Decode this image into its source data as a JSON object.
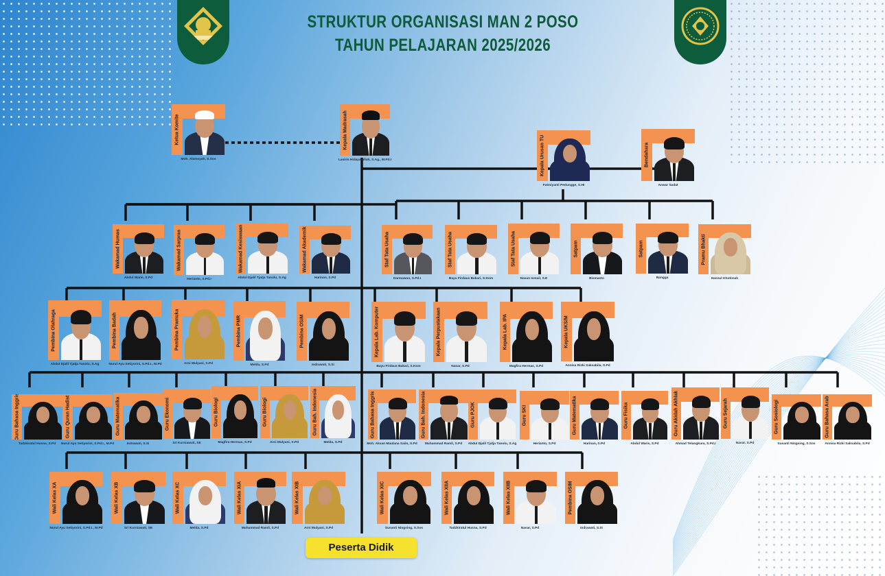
{
  "header": {
    "title_line1": "STRUKTUR ORGANISASI MAN 2 POSO",
    "title_line2": "TAHUN PELAJARAN 2025/2026"
  },
  "footer": {
    "bottom_label": "Peserta Didik"
  },
  "colors": {
    "accent_orange": "#f3934f",
    "title_green": "#0e5a3a",
    "badge_green": "#0d5c3c",
    "badge_gold": "#e2c44a",
    "connector": "#121212",
    "footer_yellow": "#f6e12d"
  },
  "icons": {
    "logo_left": "kemenag-emblem-icon",
    "logo_right": "madrasah-seal-icon"
  },
  "rows": [
    {
      "members": [
        {
          "role": "Ketua Komite",
          "name": "Moh. Alamsyah, S.Sos",
          "look": "cap"
        },
        {
          "role": "Kepala Madrasah",
          "name": "Lasirin Hidayatullah, S.Ag., M.Pd.I",
          "look": "peci"
        },
        {
          "role": "Kepala Urusan TU",
          "name": "Fatmiyanti Pedungge, S.HI",
          "look": "hijab-navy"
        },
        {
          "role": "Bendahara",
          "name": "Anwar Sadat",
          "look": "suit"
        }
      ]
    },
    {
      "members": [
        {
          "role": "Wakamad Humas",
          "name": "Abdul Waris, S.Pd",
          "look": "suit"
        },
        {
          "role": "Wakamad Sarpras",
          "name": "Herianto, S.Pd.I",
          "look": "shirt"
        },
        {
          "role": "Wakamad Kesiswaan",
          "name": "Abdul Djalil Tjatja Tanolu, S.Ag",
          "look": "shirt"
        },
        {
          "role": "Wakamad Akademik",
          "name": "Harinan, S.Pd",
          "look": "suit-navy"
        },
        {
          "role": "Staf Tata Usaha",
          "name": "Darmawan, S.Pd.I",
          "look": "suit-grey"
        },
        {
          "role": "Staf Tata Usaha",
          "name": "Bayu Firdaus Bakari, S.Kom",
          "look": "shirt"
        },
        {
          "role": "Staf Tata Usaha",
          "name": "Hasan Ismail, S.E",
          "look": "shirt"
        },
        {
          "role": "Satpam",
          "name": "Bismanto",
          "look": "dark"
        },
        {
          "role": "Satpam",
          "name": "Rangga",
          "look": "suit-navy"
        },
        {
          "role": "Pramu Bhakti",
          "name": "Hasnul Khotimah",
          "look": "hijab-beige"
        }
      ]
    },
    {
      "members": [
        {
          "role": "Pembina Olahraga",
          "name": "Abdul Djalil Tjatja Tanolu, S.Ag",
          "look": "shirt"
        },
        {
          "role": "Pembina Badah",
          "name": "Nurul Ayu Setiyorini, S.Pd.I., M.Pd",
          "look": "hijab-black"
        },
        {
          "role": "Pembina Pramuka",
          "name": "Arni Mulyani, S.Pd",
          "look": "hijab-mustard"
        },
        {
          "role": "Pembina PMR",
          "name": "Melda, S.Pd",
          "look": "hijab-white"
        },
        {
          "role": "Pembina OSIM",
          "name": "Indrawati, S.Si",
          "look": "hijab-black"
        },
        {
          "role": "Kepala Lab. Komputer",
          "name": "Bayu Firdaus Bakari, S.Kom",
          "look": "shirt"
        },
        {
          "role": "Kepala Perpustakaan",
          "name": "Nasar, S.Pd",
          "look": "shirt"
        },
        {
          "role": "Kepala Lab. IPA",
          "name": "Magfira Hermas, S.Pd",
          "look": "hijab-black"
        },
        {
          "role": "Kepala UKS/M",
          "name": "Annisa Rizki Saksabila, S.Pd",
          "look": "hijab-black"
        }
      ]
    },
    {
      "members": [
        {
          "role": "Guru Bahasa Inggris",
          "name": "Tadzkiratul Husna, S.Pd",
          "look": "hijab-black"
        },
        {
          "role": "Guru Quran Hadist",
          "name": "Nurul Ayu Setiyorini, S.Pd.I., M.Pd",
          "look": "hijab-black"
        },
        {
          "role": "Guru Matematika",
          "name": "Indrawati, S.Si",
          "look": "hijab-black"
        },
        {
          "role": "Guru Ekonomi",
          "name": "Sri Kurniawati, SE",
          "look": "dark"
        },
        {
          "role": "Guru Biologi",
          "name": "Magfira Hermas, S.Pd",
          "look": "hijab-black"
        },
        {
          "role": "Guru Biologi",
          "name": "Arni Mulyani, S.Pd",
          "look": "hijab-mustard"
        },
        {
          "role": "Guru Bah. Indonesia",
          "name": "Melda, S.Pd",
          "look": "hijab-white"
        },
        {
          "role": "Guru Bahasa Inggris",
          "name": "Moh. Aksan Maulana Saiin, S.Pd",
          "look": "suit-navy"
        },
        {
          "role": "Guru Bah. Indonesia",
          "name": "Muhammad Ramli, S.Pd",
          "look": "peci"
        },
        {
          "role": "Guru PJOK",
          "name": "Abdul Djalil Tjatja Tanolu, S.Ag",
          "look": "shirt"
        },
        {
          "role": "Guru SKI",
          "name": "Herianto, S.Pd",
          "look": "shirt"
        },
        {
          "role": "Guru Matematika",
          "name": "Harinan, S.Pd",
          "look": "suit-navy"
        },
        {
          "role": "Guru Fisika",
          "name": "Abdul Waris, S.Pd",
          "look": "suit"
        },
        {
          "role": "Guru Akidah Akhlak",
          "name": "Ahmad Telangkura, S.Pd.I",
          "look": "suit"
        },
        {
          "role": "Guru Sejarah",
          "name": "Nasar, S.Pd",
          "look": "shirt"
        },
        {
          "role": "Guru Sosiologi",
          "name": "Susanti Ningsing, S.Sos",
          "look": "hijab-black"
        },
        {
          "role": "Guru Bahasa Arab",
          "name": "Annisa Rizki Saksabila, S.Pd",
          "look": "hijab-black"
        }
      ]
    },
    {
      "members": [
        {
          "role": "Wali Kelas XA",
          "name": "Nurul Ayu Setiyorini, S.Pd.I., M.Pd",
          "look": "hijab-black"
        },
        {
          "role": "Wali Kelas XB",
          "name": "Sri Kurniawati, SE",
          "look": "dark"
        },
        {
          "role": "Wali Kelas XC",
          "name": "Melda, S.Pd",
          "look": "hijab-white"
        },
        {
          "role": "Wali Kelas XIA",
          "name": "Muhammad Ramli, S.Pd",
          "look": "peci"
        },
        {
          "role": "Wali Kelas XIB",
          "name": "Arni Mulyani, S.Pd",
          "look": "hijab-mustard"
        },
        {
          "role": "Wali Kelas XIC",
          "name": "Susanti Ningsing, S.Sos",
          "look": "hijab-black"
        },
        {
          "role": "Wali Kelas XIIA",
          "name": "Tadzkiratul Husna, S.Pd",
          "look": "hijab-black"
        },
        {
          "role": "Wali Kelas XIIB",
          "name": "Nasar, S.Pd",
          "look": "shirt"
        },
        {
          "role": "Pembina OSIM",
          "name": "Indrawati, S.Si",
          "look": "hijab-black"
        }
      ]
    }
  ]
}
